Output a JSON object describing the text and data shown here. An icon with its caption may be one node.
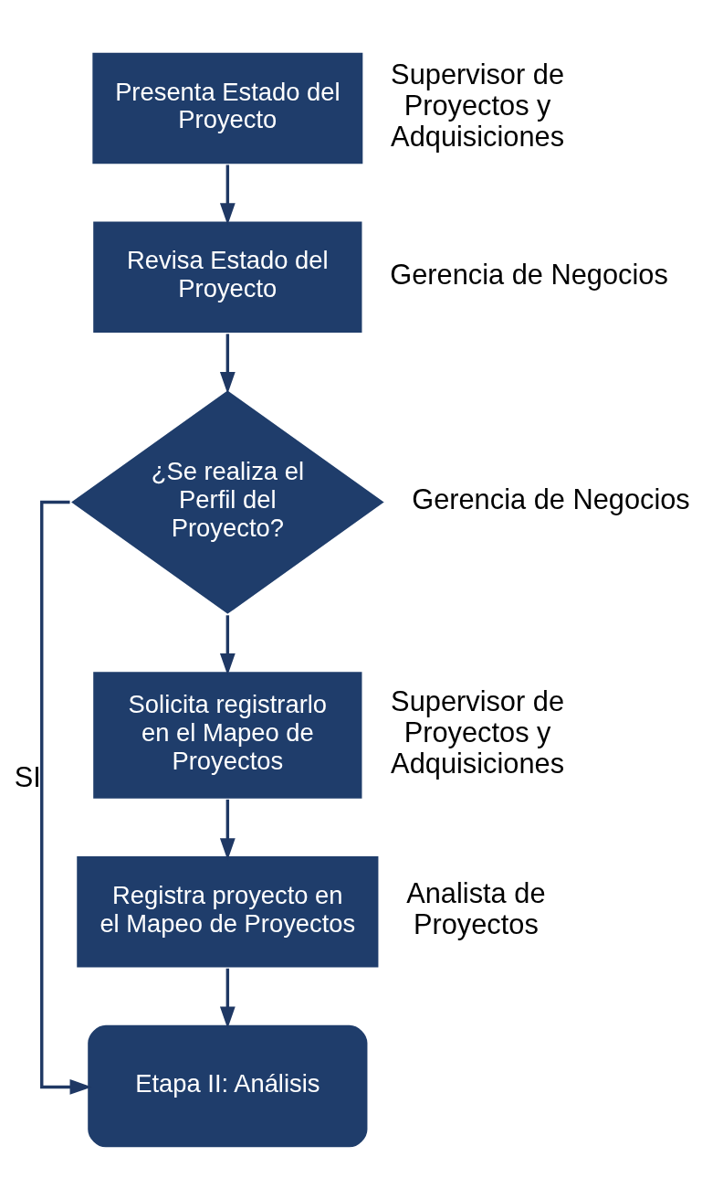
{
  "diagram": {
    "nodes": [
      {
        "text": [
          "Presenta Estado del Proyecto"
        ],
        "beside": [
          "Supervisor de Proyectos y Adquisiciones"
        ]
      },
      {
        "text": [
          "Revisa Estado del Proyecto"
        ],
        "beside": [
          "Gerencia de Negocios"
        ]
      },
      {
        "text": [
          "¿Se realiza el Perfil del Proyecto?"
        ],
        "beside": [
          "Gerencia de Negocios"
        ]
      },
      {
        "text": [
          "Solicita registrarlo en el Mapeo de Proyectos"
        ],
        "beside": [
          "Supervisor de Proyectos y Adquisiciones"
        ]
      },
      {
        "text": [
          "Registra proyecto en el Mapeo de Proyectos"
        ],
        "beside": [
          "Analista de Proyectos"
        ]
      },
      {
        "text": [
          "Etapa II: Análisis"
        ]
      }
    ],
    "edges": [
      {
        "from": 0,
        "to": 1,
        "arrow": "to"
      },
      {
        "from": 1,
        "to": 2,
        "arrow": "to"
      },
      {
        "from": 2,
        "to": 3,
        "arrow": "to"
      },
      {
        "from": 3,
        "to": 4,
        "arrow": "to"
      },
      {
        "from": 4,
        "to": 5,
        "arrow": "to"
      },
      {
        "from": 2,
        "to": 5,
        "arrow": "to",
        "label": "SI"
      }
    ]
  }
}
